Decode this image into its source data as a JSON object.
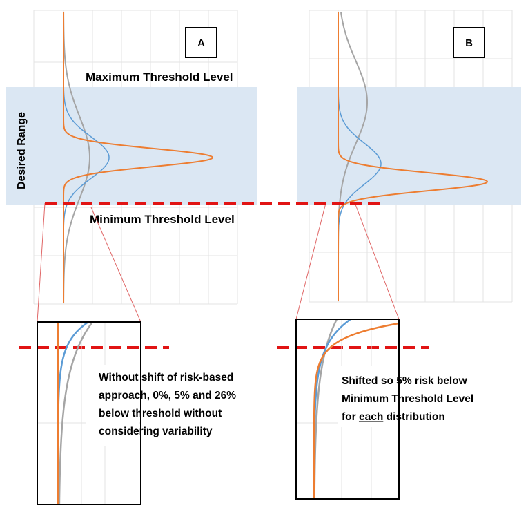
{
  "colors": {
    "band": "#dbe7f3",
    "threshold_dash": "#e11414",
    "zoom_lines": "#e06666",
    "orange": "#ed7d31",
    "blue": "#5b9bd5",
    "gray": "#a5a5a5",
    "grid": "#e3e3e3"
  },
  "panel_a": {
    "label": "A",
    "max_threshold": "Maximum Threshold Level",
    "min_threshold": "Minimum Threshold Level",
    "range_label": "Desired Range"
  },
  "panel_b": {
    "label": "B"
  },
  "zoom_a": {
    "text_lines": [
      "Without shift of risk-based",
      "approach, 0%, 5% and 26%",
      "below threshold without",
      "considering variability"
    ]
  },
  "zoom_b": {
    "line1": "Shifted so 5% risk below",
    "line2": "Minimum Threshold Level",
    "line3_pre": "for ",
    "line3_emph": "each",
    "line3_post": " distribution"
  },
  "distributions": {
    "description_series": [
      "orange",
      "blue",
      "gray"
    ],
    "panel_a_below_threshold_pct": [
      0,
      5,
      26
    ],
    "panel_b_below_threshold_pct": [
      5,
      5,
      5
    ]
  }
}
